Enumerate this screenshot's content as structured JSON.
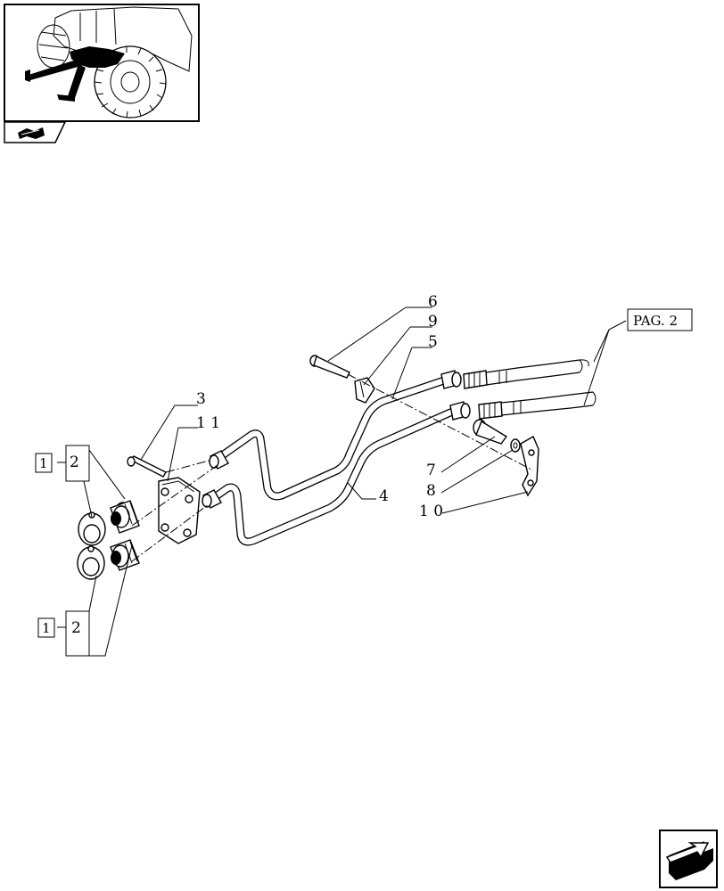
{
  "callouts": {
    "p6": "6",
    "p9": "9",
    "p5": "5",
    "p3": "3",
    "p11": "1 1",
    "p4": "4",
    "p7": "7",
    "p8": "8",
    "p10": "1 0",
    "p2_top": "2",
    "p2_bottom": "2"
  },
  "kit_boxes": {
    "top": "1",
    "bottom": "1"
  },
  "page_ref": "PAG. 2",
  "icons": {
    "thumbnail": "tractor-location-thumbnail",
    "book": "book-icon",
    "next_page": "next-page-arrow-icon"
  }
}
